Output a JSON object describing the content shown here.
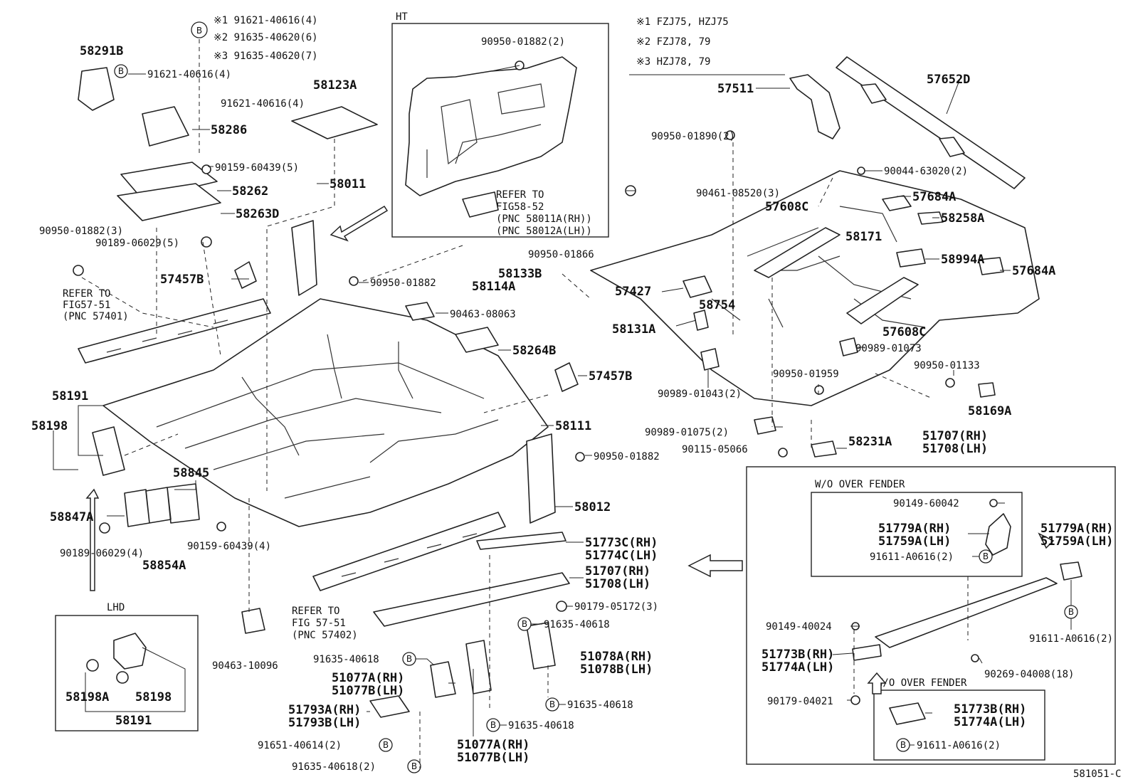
{
  "inset_titles": {
    "ht": "HT",
    "lhd": "LHD",
    "wo_over_fender_1": "W/O OVER FENDER",
    "wo_over_fender_2": "W/O OVER FENDER"
  },
  "notes": {
    "n1": "※1  FZJ75, HZJ75",
    "n2": "※2  FZJ78, 79",
    "n3": "※3  HZJ78, 79"
  },
  "b_marker": {
    "letter": "B",
    "l1": "※1 91621-40616(4)",
    "l2": "※2 91635-40620(6)",
    "l3": "※3 91635-40620(7)"
  },
  "refs": {
    "fig5852": [
      "REFER TO",
      "FIG58-52",
      "(PNC 58011A(RH))",
      "(PNC 58012A(LH))"
    ],
    "fig5751_a": [
      "REFER TO",
      "FIG57-51",
      "(PNC 57401)"
    ],
    "fig5751_b": [
      "REFER TO",
      "FIG 57-51",
      "(PNC 57402)"
    ]
  },
  "labels": {
    "p58291b": "58291B",
    "p91621_4a": "91621-40616(4)",
    "p58123a": "58123A",
    "p91621_4b": "91621-40616(4)",
    "p58286": "58286",
    "p90159a": "90159-60439(5)",
    "p58262": "58262",
    "p58263d": "58263D",
    "p90950_3": "90950-01882(3)",
    "p90189_5": "90189-06029(5)",
    "p58011": "58011",
    "p57457b_a": "57457B",
    "p90950_1882a": "90950-01882",
    "p58133b": "58133B",
    "p58114a": "58114A",
    "p90463_08063": "90463-08063",
    "p58264b": "58264B",
    "p57457b_b": "57457B",
    "p58111": "58111",
    "p90950_1882b": "90950-01882",
    "p58012": "58012",
    "p58191": "58191",
    "p58198": "58198",
    "p58845": "58845",
    "p58847a": "58847A",
    "p90189_4": "90189-06029(4)",
    "p58854a": "58854A",
    "p90159b": "90159-60439(4)",
    "p90463_10096": "90463-10096",
    "p58198a_lhd": "58198A",
    "p58198_lhd": "58198",
    "p58191_lhd": "58191",
    "p90950_1882_ht": "90950-01882(2)",
    "p57511": "57511",
    "p57652d": "57652D",
    "p90950_1890": "90950-01890(2)",
    "p90044": "90044-63020(2)",
    "p90461": "90461-08520(3)",
    "p57684a_a": "57684A",
    "p57608c_a": "57608C",
    "p58258a": "58258A",
    "p58171": "58171",
    "p90950_1866": "90950-01866",
    "p58994a": "58994A",
    "p57684a_b": "57684A",
    "p57427": "57427",
    "p58754": "58754",
    "p58131a": "58131A",
    "p57608c_b": "57608C",
    "p90989_1073": "90989-01073",
    "p90950_1959": "90950-01959",
    "p90950_1133": "90950-01133",
    "p90989_1043": "90989-01043(2)",
    "p58169a": "58169A",
    "p90989_1075": "90989-01075(2)",
    "p90115": "90115-05066",
    "p58231a": "58231A",
    "p51707_top": "51707(RH)",
    "p51708_top": "51708(LH)",
    "p51773c": "51773C(RH)",
    "p51774c": "51774C(LH)",
    "p51707_mid": "51707(RH)",
    "p51708_mid": "51708(LH)",
    "p90179_05172": "90179-05172(3)",
    "p91635_40618a": "91635-40618",
    "p51078a": "51078A(RH)",
    "p51078b": "51078B(LH)",
    "p91635_40618b": "91635-40618",
    "p51077a_a": "51077A(RH)",
    "p51077b_a": "51077B(LH)",
    "p91635_40618c": "91635-40618",
    "p91635_40618d": "91635-40618",
    "p51793a": "51793A(RH)",
    "p51793b": "51793B(LH)",
    "p51077a_b": "51077A(RH)",
    "p51077b_b": "51077B(LH)",
    "p91651": "91651-40614(2)",
    "p91635_40618_2": "91635-40618(2)",
    "p90149_60042": "90149-60042",
    "p51779a_a": "51779A(RH)",
    "p51759a_a": "51759A(LH)",
    "p91611_a": "91611-A0616(2)",
    "p51779a_b": "51779A(RH)",
    "p51759a_b": "51759A(LH)",
    "p91611_b": "91611-A0616(2)",
    "p90149_40024": "90149-40024",
    "p51773b_a": "51773B(RH)",
    "p51774a_a": "51774A(LH)",
    "p90269": "90269-04008(18)",
    "p90179_04021": "90179-04021",
    "p51773b_b": "51773B(RH)",
    "p51774a_b": "51774A(LH)",
    "p91611_c": "91611-A0616(2)"
  },
  "figure_id": "581051-C"
}
